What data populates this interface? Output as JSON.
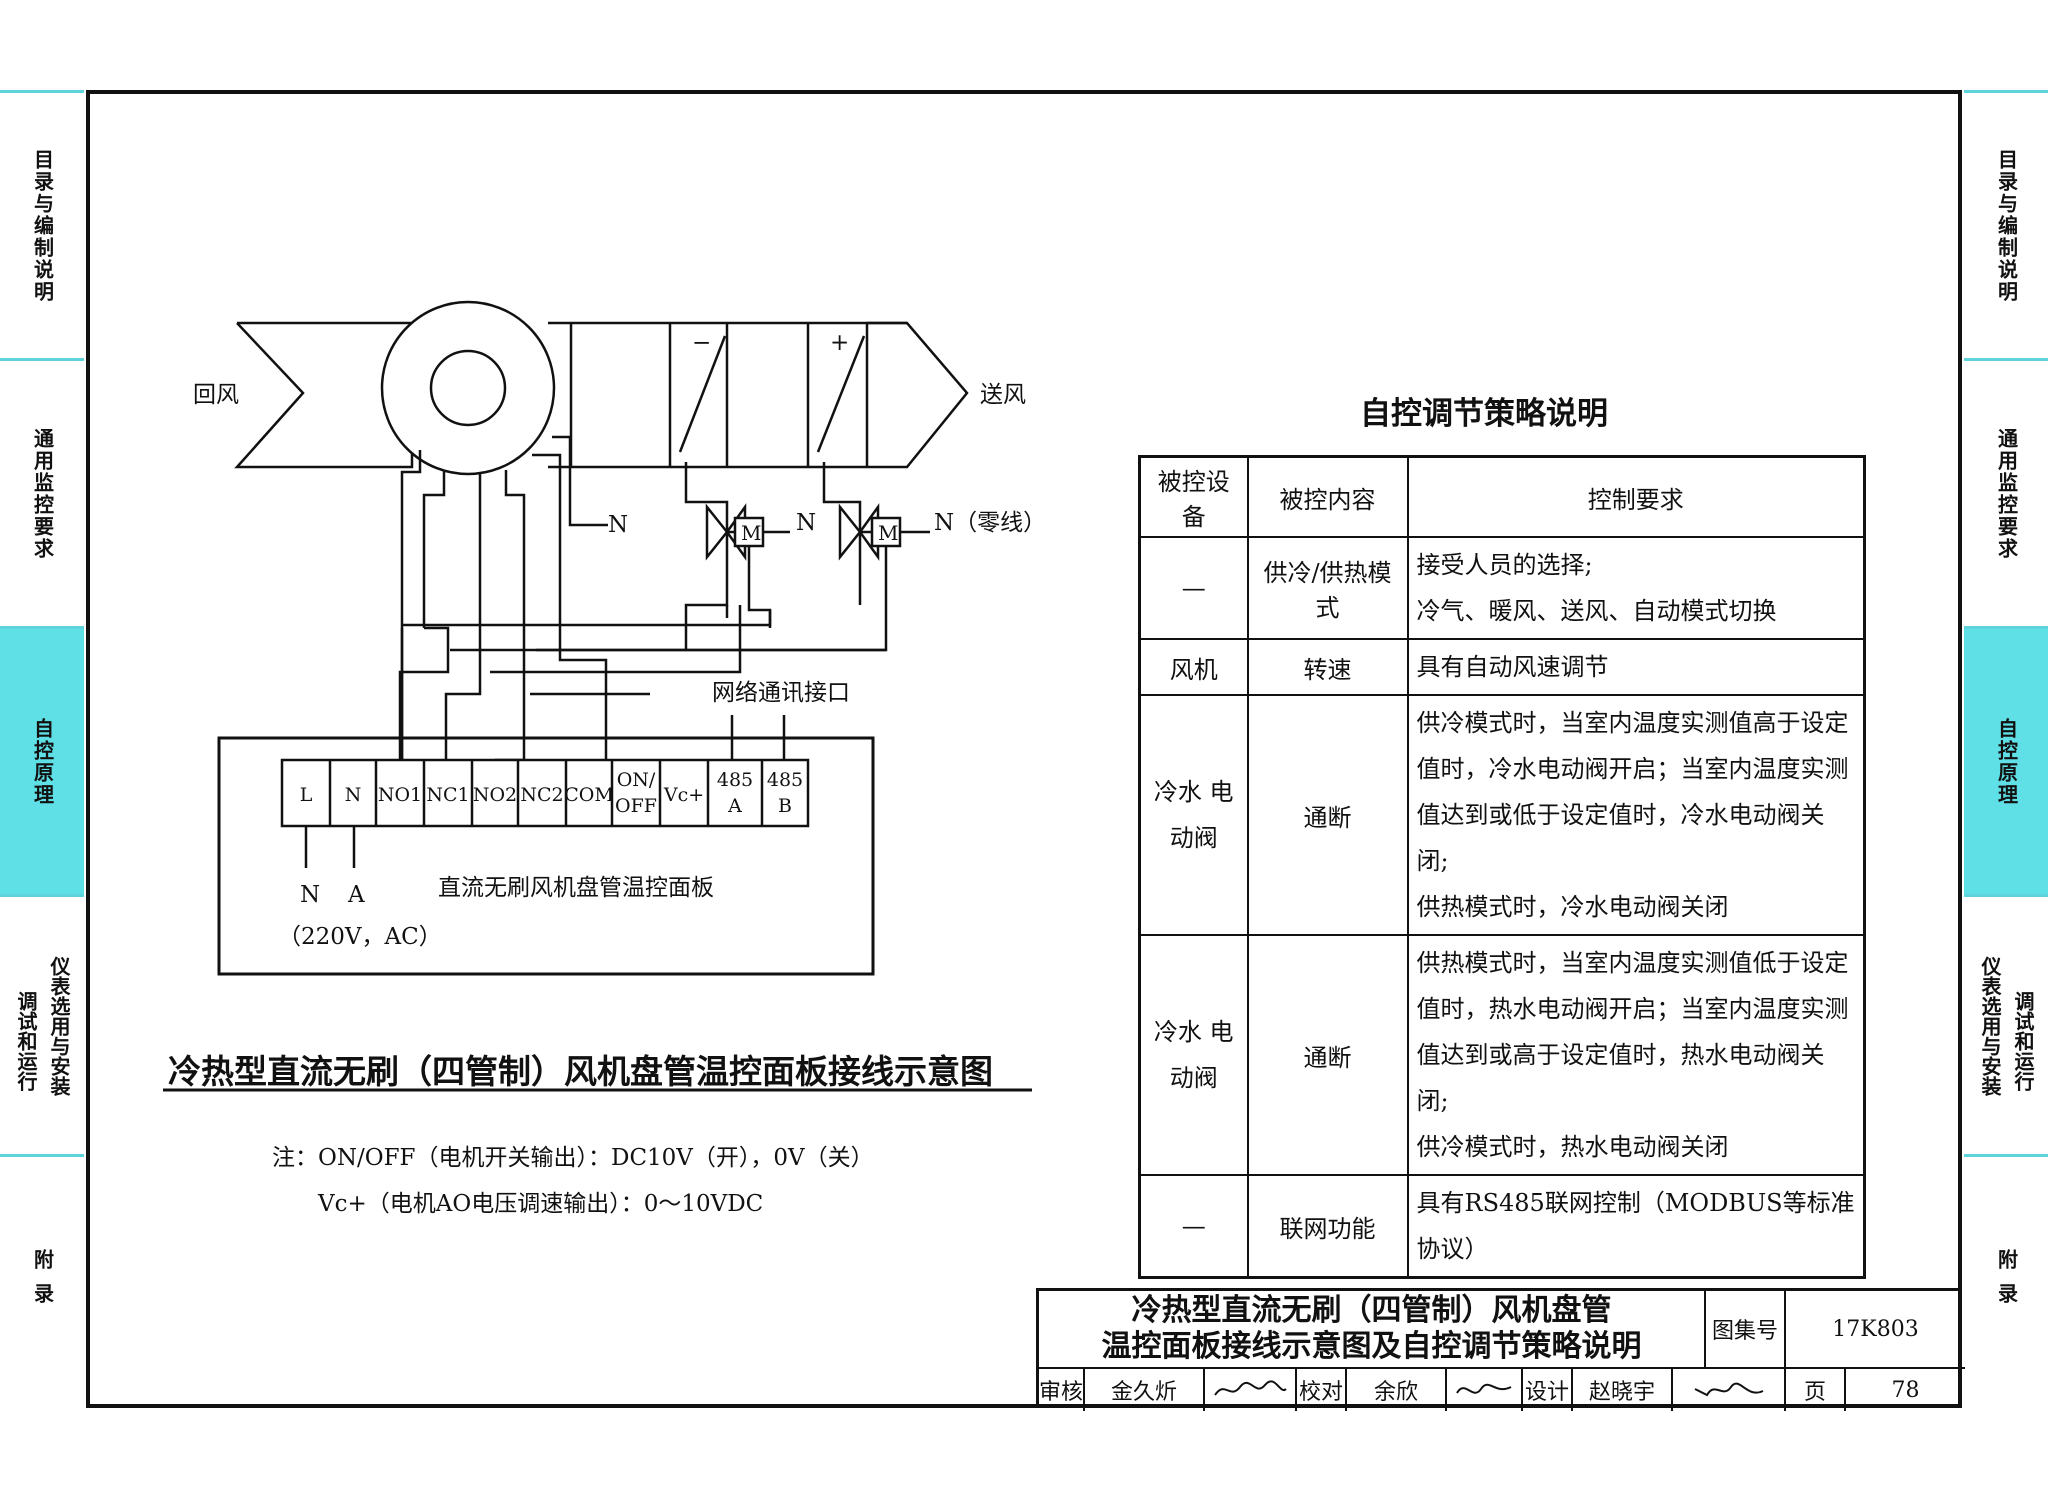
{
  "side_tabs": [
    {
      "label": "目录与编制说明",
      "active": false
    },
    {
      "label": "通用监控要求",
      "active": false
    },
    {
      "label": "自控原理",
      "active": true
    },
    {
      "label": "仪表选用与安装",
      "label2": "调试和运行",
      "active": false
    },
    {
      "label": "附录",
      "active": false
    }
  ],
  "diagram": {
    "return_air": "回风",
    "supply_air": "送风",
    "minus": "−",
    "plus": "+",
    "neutral": "N",
    "neutral_zero": "N（零线）",
    "valve_motor": "M",
    "network_port": "网络通讯接口",
    "panel_label": "直流无刷风机盘管温控面板",
    "power_n": "N",
    "power_a": "A",
    "power_spec": "（220V，AC）",
    "terminals": [
      "L",
      "N",
      "NO1",
      "NC1",
      "NO2",
      "NC2",
      "COM",
      "ON/ OFF",
      "Vc+",
      "485 A",
      "485 B"
    ],
    "title": "冷热型直流无刷（四管制）风机盘管温控面板接线示意图"
  },
  "notes": {
    "line1": "注：ON/OFF（电机开关输出）：DC10V（开），0V（关）",
    "line2": "Vc+（电机AO电压调速输出）：0～10VDC"
  },
  "strategy": {
    "title": "自控调节策略说明",
    "headers": [
      "被控设备",
      "被控内容",
      "控制要求"
    ],
    "rows": [
      {
        "device": "—",
        "content": "供冷/供热模式",
        "lines": [
          "接受人员的选择;",
          "冷气、暖风、送风、自动模式切换"
        ]
      },
      {
        "device": "风机",
        "content": "转速",
        "lines": [
          "具有自动风速调节"
        ]
      },
      {
        "device": "冷水 电动阀",
        "content": "通断",
        "lines": [
          "供冷模式时，当室内温度实测值高于设定",
          "值时，冷水电动阀开启；当室内温度实测",
          "值达到或低于设定值时，冷水电动阀关闭;",
          "供热模式时，冷水电动阀关闭"
        ]
      },
      {
        "device": "冷水 电动阀",
        "content": "通断",
        "lines": [
          "供热模式时，当室内温度实测值低于设定",
          "值时，热水电动阀开启；当室内温度实测",
          "值达到或高于设定值时，热水电动阀关闭;",
          "供冷模式时，热水电动阀关闭"
        ]
      },
      {
        "device": "—",
        "content": "联网功能",
        "lines": [
          "具有RS485联网控制（MODBUS等标准协议）"
        ]
      }
    ]
  },
  "title_block": {
    "title_line1": "冷热型直流无刷（四管制）风机盘管",
    "title_line2": "温控面板接线示意图及自控调节策略说明",
    "atlas_label": "图集号",
    "atlas_no": "17K803",
    "review_label": "审核",
    "reviewer": "金久炘",
    "check_label": "校对",
    "checker": "余欣",
    "design_label": "设计",
    "designer": "赵晓宇",
    "page_label": "页",
    "page_no": "78"
  },
  "colors": {
    "tab_active": "#5ee0e6",
    "tab_border": "#5fd3dc",
    "line": "#111111"
  }
}
